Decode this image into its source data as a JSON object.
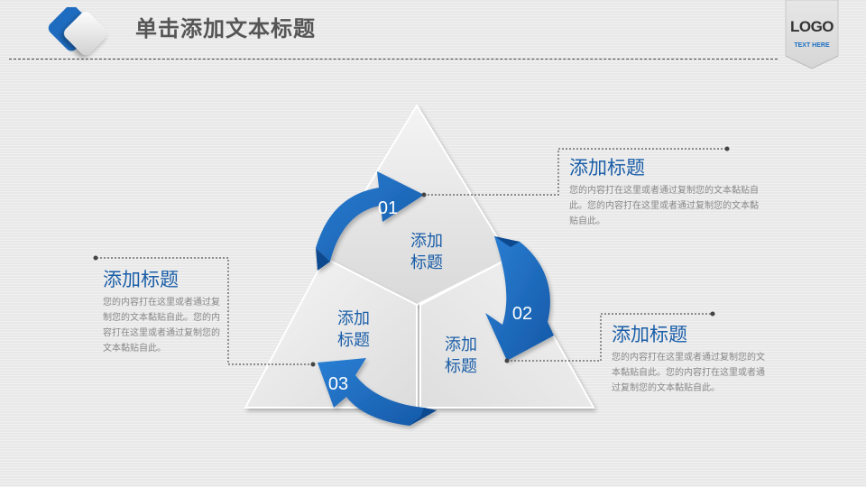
{
  "header": {
    "title": "单击添加文本标题",
    "logo_text": "LOGO",
    "logo_subtext": "TEXT HERE"
  },
  "diagram": {
    "segments": [
      {
        "number": "01",
        "label_line1": "添加",
        "label_line2": "标题"
      },
      {
        "number": "02",
        "label_line1": "添加",
        "label_line2": "标题"
      },
      {
        "number": "03",
        "label_line1": "添加",
        "label_line2": "标题"
      }
    ]
  },
  "blocks": {
    "top": {
      "title": "添加标题",
      "body": "您的内容打在这里或者通过复制您的文本黏贴自此。您的内容打在这里或者通过复制您的文本黏贴自此。"
    },
    "left": {
      "title": "添加标题",
      "body": "您的内容打在这里或者通过复制您的文本黏贴自此。您的内容打在这里或者通过复制您的文本黏贴自此。"
    },
    "right": {
      "title": "添加标题",
      "body": "您的内容打在这里或者通过复制您的文本黏贴自此。您的内容打在这里或者通过复制您的文本黏贴自此。"
    }
  },
  "colors": {
    "accent_blue": "#1a5ea8",
    "arrow_blue": "#1e6cc0",
    "title_gray": "#555555",
    "body_gray": "#888888"
  }
}
